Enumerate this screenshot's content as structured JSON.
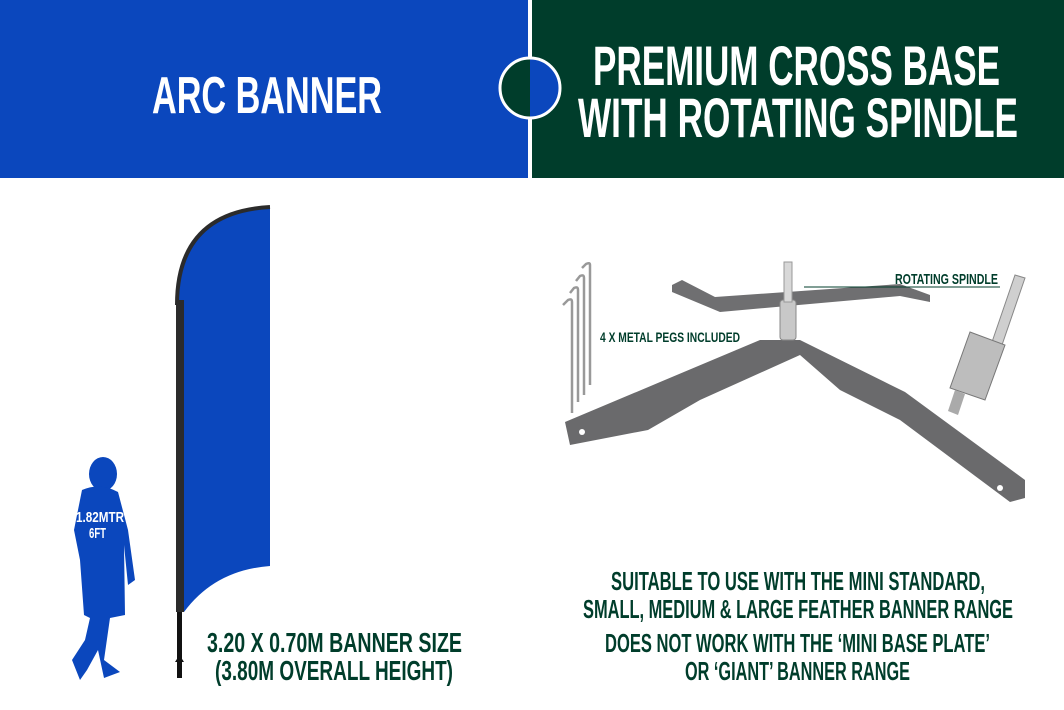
{
  "colors": {
    "blue": "#0b47bd",
    "green": "#003d2b"
  },
  "left_panel": {
    "title": "ARC BANNER",
    "person_height": [
      "1.82MTR",
      "6FT"
    ],
    "size_lines": [
      "3.20 X 0.70M BANNER SIZE",
      "(3.80M OVERALL HEIGHT)"
    ]
  },
  "right_panel": {
    "title_lines": [
      "PREMIUM CROSS BASE",
      "WITH ROTATING SPINDLE"
    ],
    "pegs_label": "4 X METAL PEGS INCLUDED",
    "spindle_label": "ROTATING SPINDLE",
    "suitable_lines": [
      "SUITABLE TO USE WITH THE MINI STANDARD,",
      "SMALL, MEDIUM & LARGE FEATHER BANNER RANGE"
    ],
    "not_work_lines": [
      "DOES NOT WORK WITH THE ‘MINI BASE PLATE’",
      "OR ‘GIANT’ BANNER RANGE"
    ]
  }
}
